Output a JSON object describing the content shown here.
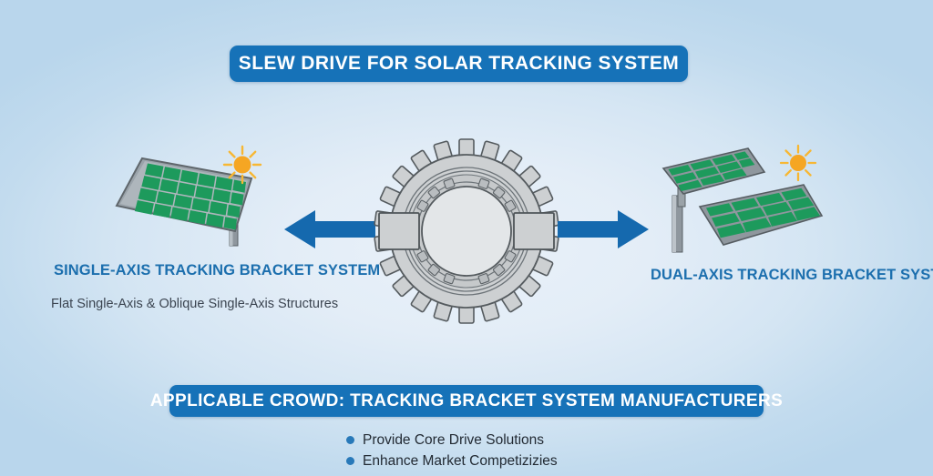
{
  "title": {
    "text": "SLEW DRIVE FOR SOLAR TRACKING SYSTEM"
  },
  "left_section": {
    "label": "SINGLE-AXIS TRACKING BRACKET SYSTEM",
    "subtitle": "Flat Single-Axis & Oblique Single-Axis Structures",
    "illustration": "single-axis-solar-panel",
    "sun_icon": "sun-icon"
  },
  "center": {
    "illustration": "slew-drive-gear",
    "arrow_left": "arrow-left-icon",
    "arrow_right": "arrow-right-icon"
  },
  "right_section": {
    "label": "DUAL-AXIS TRACKING BRACKET SYSTEM",
    "illustration": "dual-axis-solar-panel",
    "sun_icon": "sun-icon"
  },
  "footer": {
    "banner": "APPLICABLE CROWD: TRACKING BRACKET SYSTEM MANUFACTURERS",
    "bullets": [
      "Provide Core Drive Solutions",
      "Enhance Market Competizizies"
    ]
  },
  "colors": {
    "banner_blue": "#1672b8",
    "label_blue": "#1c6fae",
    "arrow_blue": "#1569ae",
    "bullet_blue": "#2879b9",
    "panel_green": "#1f9a5e",
    "gear_gray": "#cfd2d4",
    "sun_orange": "#f5a623",
    "background_light": "#e3edf7",
    "background_edge": "#b9d6ec"
  }
}
